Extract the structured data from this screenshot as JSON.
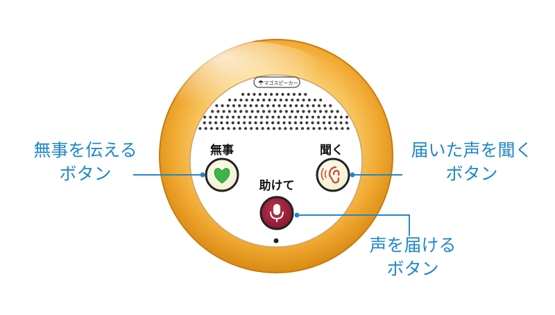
{
  "device": {
    "brand_label": "マゴスピーカー",
    "left_button_label": "無事",
    "right_button_label": "聞く",
    "center_button_label": "助けて",
    "left_icon": "heart-icon",
    "right_icon": "ear-icon",
    "center_icon": "microphone-icon"
  },
  "annotations": {
    "left": [
      "無事を伝える",
      "ボタン"
    ],
    "right": [
      "届いた声を聞く",
      "ボタン"
    ],
    "bottom": [
      "声を届ける",
      "ボタン"
    ]
  },
  "colors": {
    "ring_outer": "#e89a1a",
    "ring_inner": "#fcd67e",
    "face": "#ffffff",
    "speaker_dots": "#3a3a3a",
    "heart_green": "#3cb54a",
    "ear_red": "#d34a3a",
    "mic_button": "#9b1f38",
    "annotation_blue": "#1f87c8"
  }
}
